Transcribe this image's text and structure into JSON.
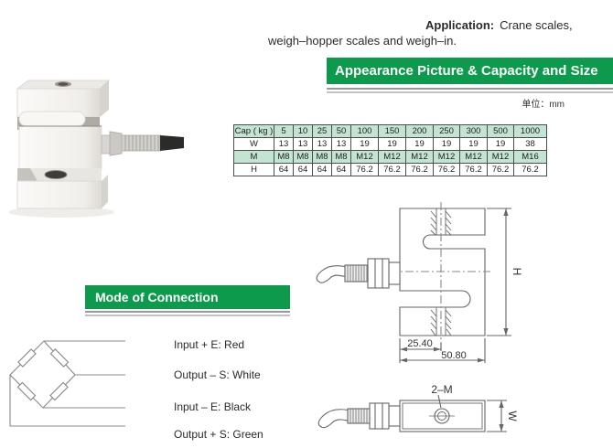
{
  "application": {
    "label": "Application:",
    "text_line1": "Crane scales,",
    "text_line2": "weigh–hopper scales and weigh–in."
  },
  "banners": {
    "appearance": "Appearance Picture & Capacity and Size",
    "connection": "Mode of Connection"
  },
  "unit_note": "单位：mm",
  "capacity_table": {
    "header": [
      "Cap ( kg )",
      "5",
      "10",
      "25",
      "50",
      "100",
      "150",
      "200",
      "250",
      "300",
      "500",
      "1000"
    ],
    "rows": [
      [
        "W",
        "13",
        "13",
        "13",
        "13",
        "19",
        "19",
        "19",
        "19",
        "19",
        "19",
        "38"
      ],
      [
        "M",
        "M8",
        "M8",
        "M8",
        "M8",
        "M12",
        "M12",
        "M12",
        "M12",
        "M12",
        "M12",
        "M16"
      ],
      [
        "H",
        "64",
        "64",
        "64",
        "64",
        "76.2",
        "76.2",
        "76.2",
        "76.2",
        "76.2",
        "76.2",
        "76.2"
      ]
    ]
  },
  "wiring_labels": [
    "Input + E: Red",
    "Output – S: White",
    "Input – E: Black",
    "Output + S: Green"
  ],
  "drawing_dims": {
    "offset_left": "25.40",
    "total_width": "50.80",
    "height_label": "H",
    "thread_callout": "2–M",
    "width_label": "W"
  },
  "colors": {
    "banner_green": "#0d9a4c",
    "table_row_green": "#c2e4d0"
  }
}
